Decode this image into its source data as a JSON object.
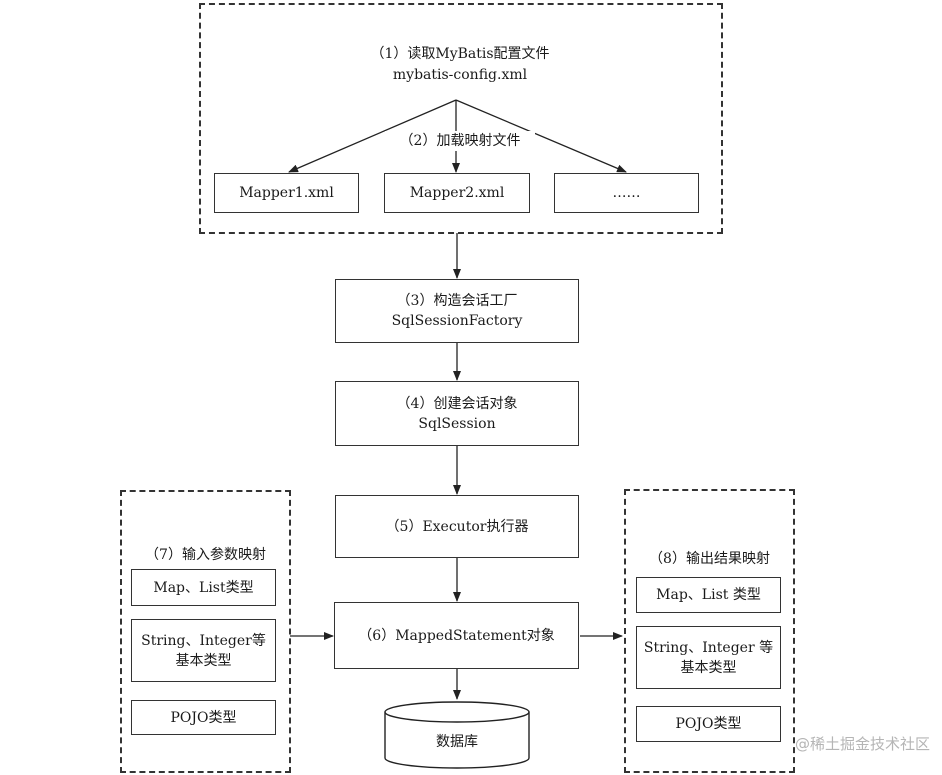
{
  "top_group": {
    "step1_line1": "（1）读取MyBatis配置文件",
    "step1_line2": "mybatis-config.xml",
    "step2": "（2）加载映射文件",
    "mappers": [
      "Mapper1.xml",
      "Mapper2.xml",
      "……"
    ]
  },
  "steps": {
    "s3_line1": "（3）构造会话工厂",
    "s3_line2": "SqlSessionFactory",
    "s4_line1": "（4）创建会话对象",
    "s4_line2": "SqlSession",
    "s5": "（5）Executor执行器",
    "s6": "（6）MappedStatement对象",
    "db": "数据库"
  },
  "input_group": {
    "title": "（7）输入参数映射",
    "items": [
      "Map、List类型",
      "String、Integer等",
      "基本类型",
      "POJO类型"
    ]
  },
  "output_group": {
    "title": "（8）输出结果映射",
    "items": [
      "Map、List 类型",
      "String、Integer 等",
      "基本类型",
      "POJO类型"
    ]
  },
  "watermark": "@稀土掘金技术社区"
}
